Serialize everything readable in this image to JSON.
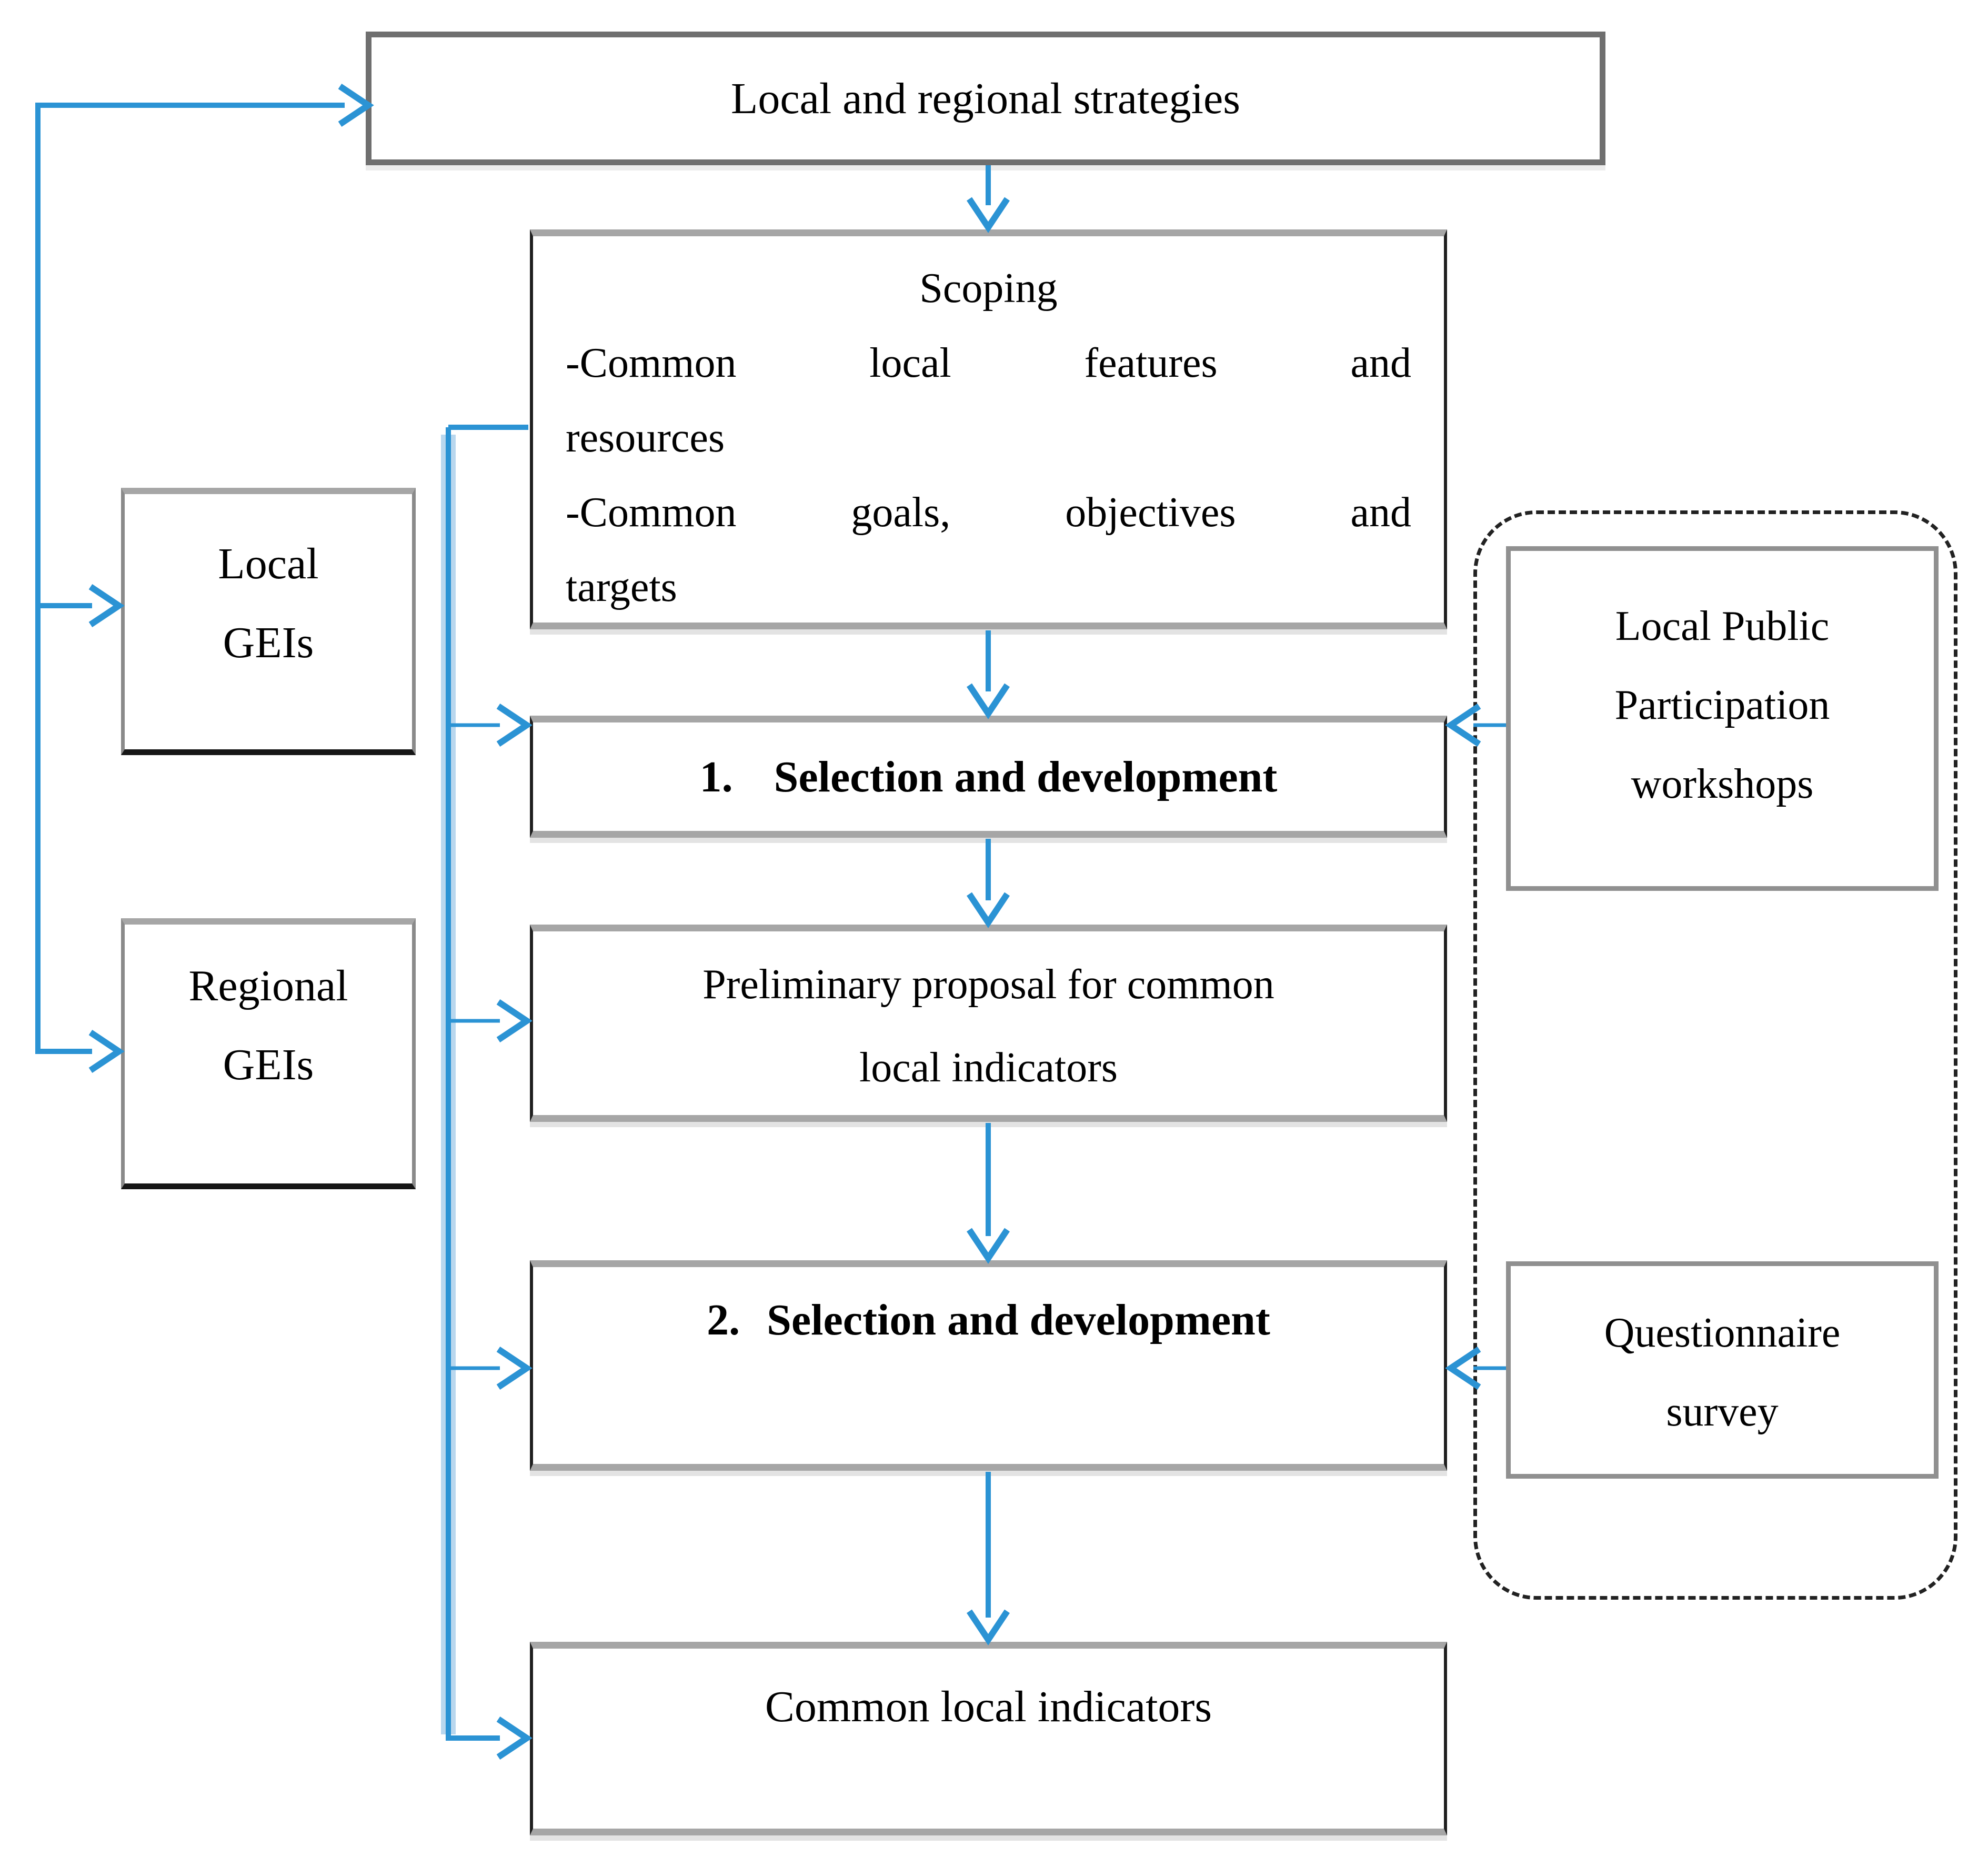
{
  "colors": {
    "arrow": "#2b93d4",
    "arrow_light": "#b9d7ee",
    "border_gray": "#6f6f6f",
    "border_light": "#a6a6a6",
    "border_dark": "#1f1f1f",
    "dash": "#222222",
    "text": "#000000"
  },
  "boxes": {
    "strategies": {
      "label": "Local and regional strategies"
    },
    "scoping": {
      "title": "Scoping",
      "item1_line1": "-Common local features and",
      "item1_line2": "resources",
      "item2_line1": "-Common goals, objectives and",
      "item2_line2": "targets"
    },
    "local_geis": {
      "line1": "Local",
      "line2": "GEIs"
    },
    "regional_geis": {
      "line1": "Regional",
      "line2": "GEIs"
    },
    "selection1": {
      "number": "1.",
      "label": "Selection and development"
    },
    "preliminary": {
      "line1": "Preliminary proposal for common",
      "line2": "local indicators"
    },
    "selection2": {
      "number": "2.",
      "label": "Selection and development"
    },
    "common": {
      "label": "Common local indicators"
    },
    "workshops": {
      "line1": "Local Public",
      "line2": "Participation",
      "line3": "workshops"
    },
    "questionnaire": {
      "line1": "Questionnaire",
      "line2": "survey"
    }
  }
}
